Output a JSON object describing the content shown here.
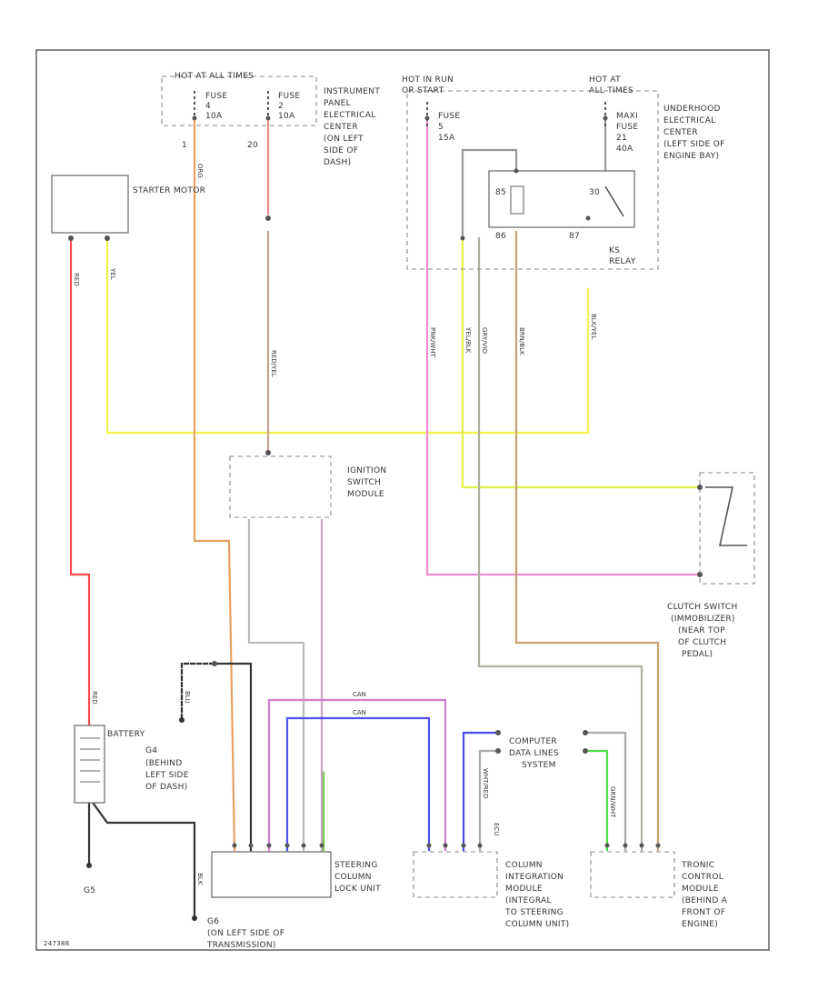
{
  "diagram_id": "247388",
  "colors": {
    "red": "#ff4a4a",
    "yellow": "#f2f24a",
    "pink": "#f28ad0",
    "orange": "#e8a060",
    "brown_yellow": "#c8b070",
    "gray": "#9a9a9a",
    "blue": "#4a4af0",
    "green": "#4ae04a",
    "violet": "#c070c0",
    "black": "#333333"
  },
  "fuse_box_instrument": {
    "header": "HOT AT ALL TIMES",
    "fuse1": [
      "FUSE",
      "4",
      "10A"
    ],
    "fuse2": [
      "FUSE",
      "2",
      "10A"
    ],
    "pin_a": "1",
    "pin_b": "20",
    "label": [
      "INSTRUMENT",
      "PANEL",
      "ELECTRICAL",
      "CENTER",
      "(ON LEFT",
      "SIDE OF",
      "DASH)"
    ]
  },
  "fuse_box_underhood": {
    "header_run": [
      "HOT IN RUN",
      "OR START"
    ],
    "header_all": [
      "HOT AT",
      "ALL TIMES"
    ],
    "fuse_run": [
      "FUSE",
      "5",
      "15A"
    ],
    "fuse_all": [
      "MAXI",
      "FUSE",
      "21",
      "40A"
    ],
    "label": [
      "UNDERHOOD",
      "ELECTRICAL",
      "CENTER",
      "(LEFT SIDE OF",
      "ENGINE BAY)"
    ],
    "relay_label": [
      "KS",
      "RELAY"
    ],
    "relay_pins": [
      "85",
      "30",
      "86",
      "87"
    ]
  },
  "starter_motor": "STARTER MOTOR",
  "ignition_switch": [
    "IGNITION",
    "SWITCH",
    "MODULE"
  ],
  "clutch_switch": [
    "CLUTCH SWITCH",
    "(IMMOBILIZER)",
    "(NEAR TOP",
    "OF CLUTCH",
    "PEDAL)"
  ],
  "battery": "BATTERY",
  "ground_g4": [
    "G4",
    "(BEHIND",
    "LEFT SIDE",
    "OF DASH)"
  ],
  "ground_g5": "G5",
  "ground_g6": [
    "G6",
    "(ON LEFT SIDE OF",
    "TRANSMISSION)"
  ],
  "data_lines": [
    "COMPUTER",
    "DATA LINES",
    "SYSTEM"
  ],
  "steering_lock": [
    "STEERING",
    "COLUMN",
    "LOCK UNIT"
  ],
  "column_module": [
    "COLUMN",
    "INTEGRATION",
    "MODULE",
    "(INTEGRAL",
    "TO STEERING",
    "COLUMN UNIT)"
  ],
  "tronic_module": [
    "TRONIC",
    "CONTROL",
    "MODULE",
    "(BEHIND A",
    "FRONT OF",
    "ENGINE)"
  ],
  "can_labels": [
    "CAN",
    "CAN"
  ],
  "wire_labels": {
    "red_starter": "RED",
    "yel_starter": "YEL",
    "org": "ORG",
    "red_yel": "RED/YEL",
    "pnk_wht": "PNK/WHT",
    "gry_vio": "GRY/VIO",
    "blk_yel": "BLK/YEL",
    "brn_blk": "BRN/BLK",
    "yel_blk": "YEL/BLK",
    "red_bat": "RED",
    "blk": "BLK",
    "blu": "BLU",
    "grn_wht": "GRN/WHT",
    "wht_red": "WHT/RED",
    "ecu": "ECU"
  }
}
